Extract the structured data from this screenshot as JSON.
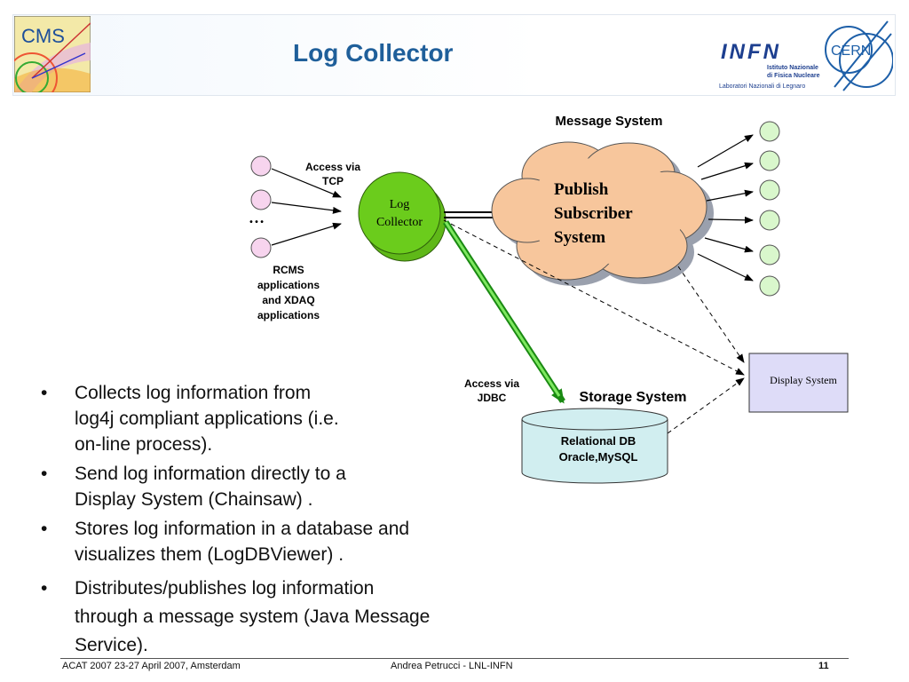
{
  "slide": {
    "title": "Log Collector",
    "logos": {
      "cms": "CMS",
      "infn": "INFN",
      "infn_sub1": "Istituto Nazionale",
      "infn_sub2": "di Fisica Nucleare",
      "infn_sub3": "Laboratori Nazionali di Legnaro",
      "cern": "CERN"
    }
  },
  "diagram": {
    "message_system_label": "Message System",
    "access_tcp_1": "Access via",
    "access_tcp_2": "TCP",
    "ellipsis": "…",
    "rcms_1": "RCMS",
    "rcms_2": "applications",
    "rcms_3": "and XDAQ",
    "rcms_4": "applications",
    "log_collector_1": "Log",
    "log_collector_2": "Collector",
    "publish_1": "Publish",
    "publish_2": "Subscriber",
    "publish_3": "System",
    "access_jdbc_1": "Access via",
    "access_jdbc_2": "JDBC",
    "storage_system_label": "Storage System",
    "db_1": "Relational DB",
    "db_2": "Oracle,MySQL",
    "display_system": "Display System",
    "colors": {
      "client_pink": "#f7d4ee",
      "subscriber_green": "#d9f7cc",
      "collector_green": "#6bcc1c",
      "cloud": "#f7c69c",
      "db_fill": "#d1eef0",
      "display_fill": "#dedcf8",
      "jdbc_arrow": "#28b020"
    }
  },
  "bullets": [
    {
      "text": "Collects log information from log4j compliant applications (i.e. on-line process).",
      "lines": [
        "Collects log information from",
        "log4j compliant applications (i.e.",
        "on-line process)."
      ]
    },
    {
      "text": "Send log information directly to a Display System (Chainsaw) .",
      "lines": [
        "Send log information directly to a",
        "Display System (Chainsaw) ."
      ]
    },
    {
      "text": "Stores log information in a database and visualizes them (LogDBViewer) .",
      "lines": [
        "Stores log information in a database and",
        "visualizes them (LogDBViewer) ."
      ]
    },
    {
      "text": "Distributes/publishes log information through a message system (Java Message Service).",
      "lines": [
        "Distributes/publishes log information",
        "through a message system (Java Message",
        "Service)."
      ]
    }
  ],
  "footer": {
    "left": "ACAT 2007 23-27 April 2007, Amsterdam",
    "center": "Andrea Petrucci -  LNL-INFN",
    "page": "11"
  }
}
